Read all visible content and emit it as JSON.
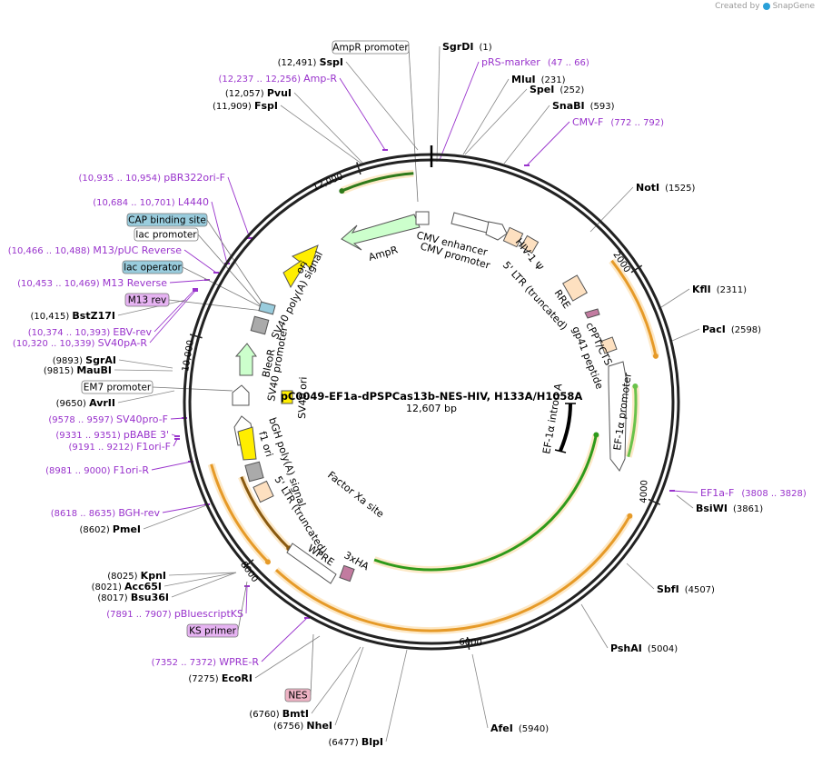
{
  "branding": {
    "created_by": "Created by",
    "brand": "SnapGene"
  },
  "plasmid": {
    "name": "pC0049-EF1a-dPSPCas13b-NES-HIV, H133A/H1058A",
    "length": "12,607 bp"
  },
  "ticks": [
    "2000",
    "4000",
    "6000",
    "8000",
    "10,000",
    "12,000"
  ],
  "restriction_sites": [
    {
      "name": "SgrDI",
      "pos": "(1)"
    },
    {
      "name": "MluI",
      "pos": "(231)"
    },
    {
      "name": "SpeI",
      "pos": "(252)"
    },
    {
      "name": "SnaBI",
      "pos": "(593)"
    },
    {
      "name": "NotI",
      "pos": "(1525)"
    },
    {
      "name": "KflI",
      "pos": "(2311)"
    },
    {
      "name": "PacI",
      "pos": "(2598)"
    },
    {
      "name": "BsiWI",
      "pos": "(3861)"
    },
    {
      "name": "SbfI",
      "pos": "(4507)"
    },
    {
      "name": "PshAI",
      "pos": "(5004)"
    },
    {
      "name": "AfeI",
      "pos": "(5940)"
    },
    {
      "name": "BlpI",
      "pos": "(6477)"
    },
    {
      "name": "NheI",
      "pos": "(6756)"
    },
    {
      "name": "BmtI",
      "pos": "(6760)"
    },
    {
      "name": "EcoRI",
      "pos": "(7275)"
    },
    {
      "name": "Bsu36I",
      "pos": "(8017)"
    },
    {
      "name": "Acc65I",
      "pos": "(8021)"
    },
    {
      "name": "KpnI",
      "pos": "(8025)"
    },
    {
      "name": "PmeI",
      "pos": "(8602)"
    },
    {
      "name": "AvrII",
      "pos": "(9650)"
    },
    {
      "name": "MauBI",
      "pos": "(9815)"
    },
    {
      "name": "SgrAI",
      "pos": "(9893)"
    },
    {
      "name": "BstZ17I",
      "pos": "(10,415)"
    },
    {
      "name": "FspI",
      "pos": "(11,909)"
    },
    {
      "name": "PvuI",
      "pos": "(12,057)"
    },
    {
      "name": "SspI",
      "pos": "(12,491)"
    }
  ],
  "primers": [
    {
      "name": "pRS-marker",
      "pos": "(47 .. 66)"
    },
    {
      "name": "CMV-F",
      "pos": "(772 .. 792)"
    },
    {
      "name": "EF1a-F",
      "pos": "(3808 .. 3828)"
    },
    {
      "name": "WPRE-R",
      "pos": "(7352 .. 7372)"
    },
    {
      "name": "pBluescriptKS",
      "pos": "(7891 .. 7907)"
    },
    {
      "name": "BGH-rev",
      "pos": "(8618 .. 8635)"
    },
    {
      "name": "F1ori-R",
      "pos": "(8981 .. 9000)"
    },
    {
      "name": "F1ori-F",
      "pos": "(9191 .. 9212)"
    },
    {
      "name": "pBABE 3'",
      "pos": "(9331 .. 9351)"
    },
    {
      "name": "SV40pro-F",
      "pos": "(9578 .. 9597)"
    },
    {
      "name": "SV40pA-R",
      "pos": "(10,320 .. 10,339)"
    },
    {
      "name": "EBV-rev",
      "pos": "(10,374 .. 10,393)"
    },
    {
      "name": "M13 Reverse",
      "pos": "(10,453 .. 10,469)"
    },
    {
      "name": "M13/pUC Reverse",
      "pos": "(10,466 .. 10,488)"
    },
    {
      "name": "L4440",
      "pos": "(10,684 .. 10,701)"
    },
    {
      "name": "pBR322ori-F",
      "pos": "(10,935 .. 10,954)"
    },
    {
      "name": "Amp-R",
      "pos": "(12,237 .. 12,256)"
    }
  ],
  "boxed_labels": {
    "ampr_promoter": "AmpR promoter",
    "em7_promoter": "EM7 promoter",
    "lac_promoter": "lac promoter",
    "cap_site": "CAP binding site",
    "lac_operator": "lac operator",
    "m13_rev": "M13 rev",
    "ks_primer": "KS primer",
    "nes": "NES"
  },
  "features": {
    "cmv_enhancer": "CMV enhancer",
    "cmv_promoter": "CMV promoter",
    "hiv_psi": "HIV-1 Ψ",
    "ltr5_a": "5' LTR (truncated)",
    "rre": "RRE",
    "cppt": "cPPT/CTS",
    "gp41": "gp41 peptide",
    "ef1a_intron": "EF-1α intron A",
    "ef1a_promoter": "EF-1α promoter",
    "factor_xa": "Factor Xa site",
    "hxha": "3xHA",
    "wpre": "WPRE",
    "ltr5_b": "5' LTR (truncated)",
    "f1ori": "f1 ori",
    "bgh": "bGH poly(A) signal",
    "sv40_ori": "SV40 ori",
    "sv40_promoter": "SV40 promoter",
    "bleor": "BleoR",
    "sv40_polya": "SV40 poly(A) signal",
    "ori": "ori",
    "ampr": "AmpR"
  },
  "colors": {
    "site": "#000000",
    "primer": "#9933cc",
    "orange_feature": "#f0a030",
    "green_feature": "#33aa22",
    "yellow_feature": "#ffee00",
    "ampr_fill": "#ccffcc",
    "box_blue": "#99ccdd",
    "box_purple": "#e6b3f2",
    "box_pink": "#eeb3c4",
    "ltr_fill": "#fde0c0",
    "gray_feature": "#aaaaaa"
  }
}
